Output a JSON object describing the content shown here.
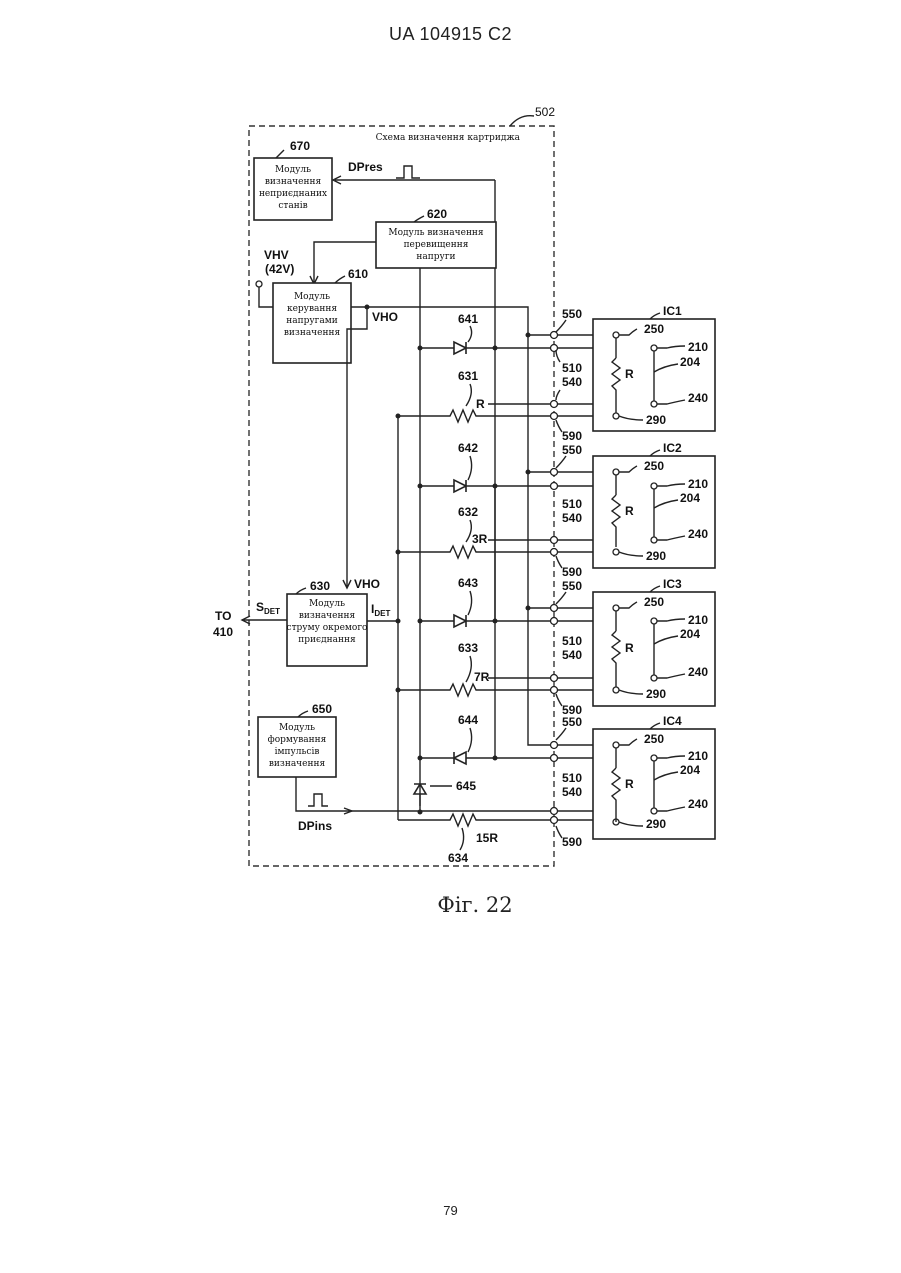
{
  "header": {
    "text": "UA   104915   C2"
  },
  "figure_caption": "Фіг. 22",
  "page_number": "79",
  "diagram": {
    "outer_box": {
      "ref": "502",
      "title": "Схема визначення картриджа"
    },
    "blocks": [
      {
        "id": "670",
        "lines": [
          "Модуль",
          "визначення",
          "неприєднаних",
          "станів"
        ]
      },
      {
        "id": "620",
        "lines": [
          "Модуль визначення",
          "перевищення",
          "напруги"
        ]
      },
      {
        "id": "610",
        "lines": [
          "Модуль",
          "керування",
          "напругами",
          "визначення"
        ]
      },
      {
        "id": "630",
        "lines": [
          "Модуль",
          "визначення",
          "струму окремого",
          "приєднання"
        ]
      },
      {
        "id": "650",
        "lines": [
          "Модуль",
          "формування",
          "імпульсів",
          "визначення"
        ]
      }
    ],
    "signals": {
      "dpres": "DPres",
      "dpins": "DPins",
      "vhv": "VHV",
      "vhv_value": "(42V)",
      "vho_top": "VHO",
      "vho_bottom": "VHO",
      "sdet_main": "S",
      "sdet_sub": "DET",
      "idet_main": "I",
      "idet_sub": "DET",
      "to_line1": "TO",
      "to_line2": "410"
    },
    "diodes": [
      "641",
      "642",
      "643",
      "644",
      "645"
    ],
    "resistors": [
      {
        "ref": "631",
        "value": "R"
      },
      {
        "ref": "632",
        "value": "3R"
      },
      {
        "ref": "633",
        "value": "7R"
      },
      {
        "ref": "634",
        "value": "15R"
      }
    ],
    "connector_labels": {
      "top": "550",
      "mid_a": "510",
      "mid_b": "540",
      "bottom": "590"
    },
    "chips": [
      {
        "name": "IC1"
      },
      {
        "name": "IC2"
      },
      {
        "name": "IC3"
      },
      {
        "name": "IC4"
      }
    ],
    "chip_pins": {
      "p250": "250",
      "p210": "210",
      "p204": "204",
      "p240": "240",
      "p290": "290",
      "resistor": "R"
    }
  }
}
